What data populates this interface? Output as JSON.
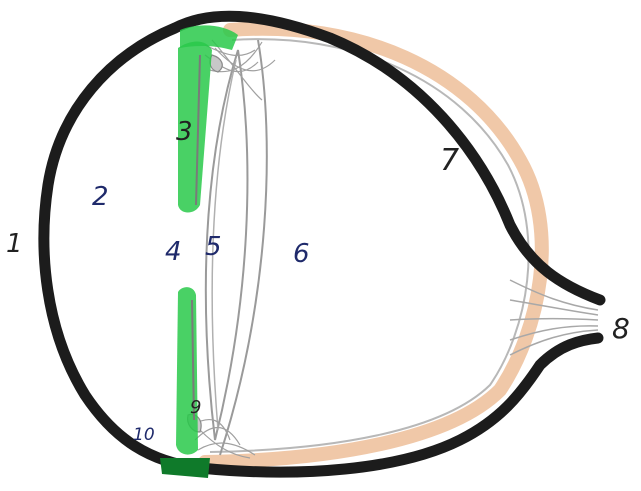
{
  "diagram": {
    "labels": [
      {
        "key": "l1",
        "text": "1"
      },
      {
        "key": "l2",
        "text": "2"
      },
      {
        "key": "l3",
        "text": "3"
      },
      {
        "key": "l4",
        "text": "4"
      },
      {
        "key": "l5",
        "text": "5"
      },
      {
        "key": "l6",
        "text": "6"
      },
      {
        "key": "l7",
        "text": "7"
      },
      {
        "key": "l8",
        "text": "8"
      },
      {
        "key": "l9",
        "text": "9"
      },
      {
        "key": "l10",
        "text": "10"
      }
    ],
    "colors": {
      "outline": "#1c1c1c",
      "iris": "#29c94a",
      "choroid": "#f0c8a8",
      "lens_lines": "#9a9a9a",
      "label": "#1f2a6b"
    }
  }
}
